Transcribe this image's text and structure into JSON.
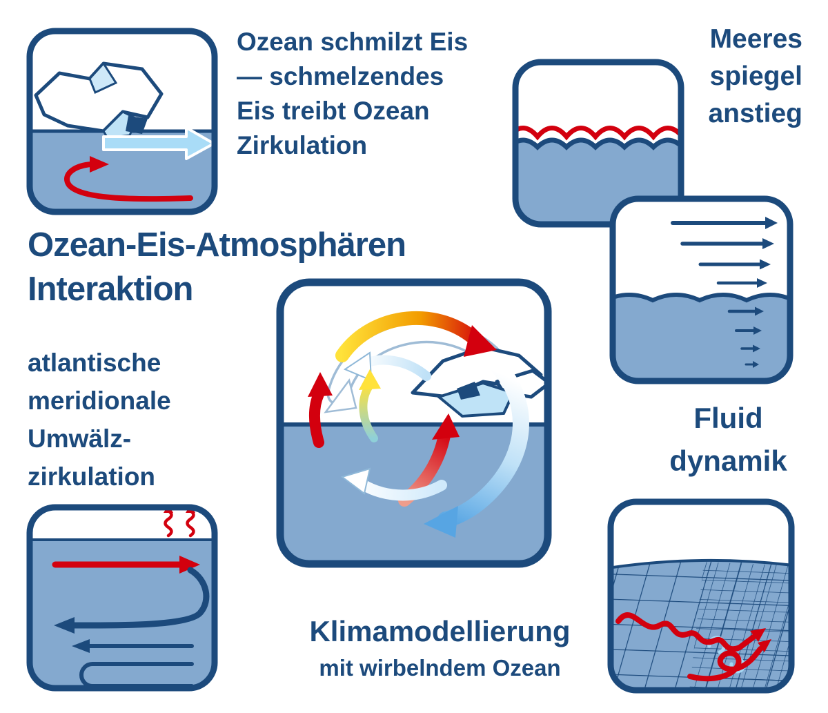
{
  "title": {
    "lines": [
      "Ozean-Eis-Atmosphären",
      "Interaktion"
    ]
  },
  "captions": {
    "iceberg_melt": {
      "lines": [
        "Ozean schmilzt Eis",
        "— schmelzendes",
        "Eis treibt Ozean",
        "Zirkulation"
      ]
    },
    "sea_level": {
      "lines": [
        "Meeres",
        "spiegel",
        "anstieg"
      ]
    },
    "fluid_dynamics": {
      "lines": [
        "Fluid",
        "dynamik"
      ]
    },
    "amoc": {
      "lines": [
        "atlantische",
        "meridionale",
        "Umwälz-",
        "zirkulation"
      ]
    },
    "climate_modeling": {
      "title": "Klimamodellierung",
      "subtitle": "mit wirbelndem Ozean"
    }
  },
  "illustrations": {
    "iceberg_melt_panel": "iceberg-melting-illustration",
    "sea_level_panel": "sea-level-rise-illustration",
    "fluid_dynamics_panel": "velocity-profile-illustration",
    "central_panel": "ocean-ice-atmosphere-cycle-illustration",
    "amoc_panel": "overturning-circulation-illustration",
    "eddy_grid_panel": "eddying-ocean-model-grid-illustration"
  },
  "colors": {
    "navy": "#1c4a7c",
    "water_blue": "#84a9cf",
    "red": "#d3000e",
    "light_blue": "#a9dcf7",
    "yellow": "#ffe23a",
    "background": "#ffffff"
  }
}
